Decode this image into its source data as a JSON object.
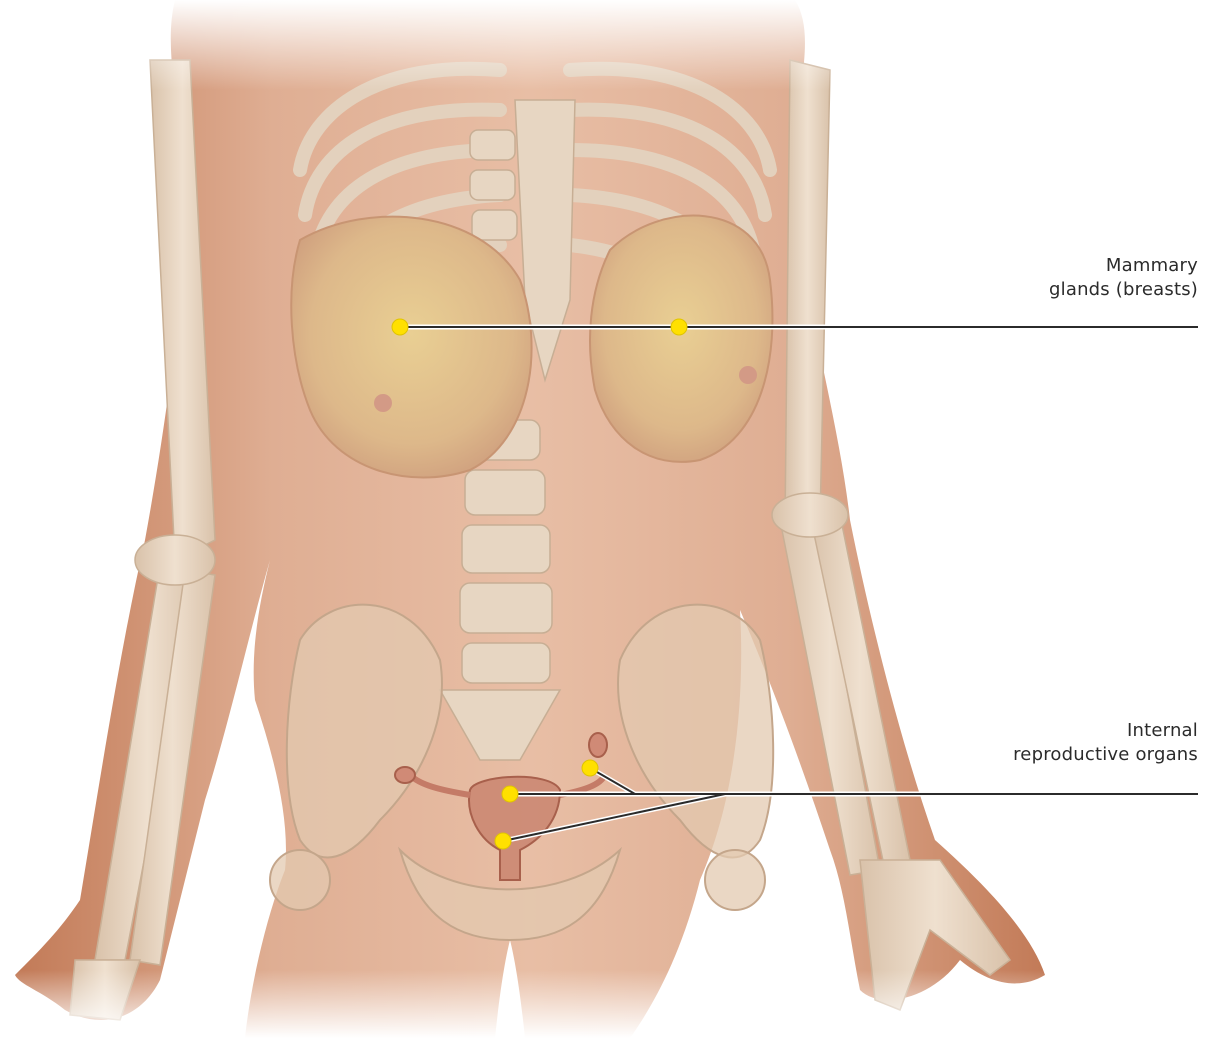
{
  "labels": {
    "mammary": {
      "line1": "Mammary",
      "line2": "glands (breasts)"
    },
    "reproductive": {
      "line1": "Internal",
      "line2": "reproductive organs"
    }
  },
  "colors": {
    "background": "#ffffff",
    "skin": "#dba58a",
    "skin_shadow": "#b87456",
    "bone": "#e6d4c0",
    "bone_shadow": "#cdb79f",
    "gland": "#e2c79a",
    "organ": "#c98570",
    "marker": "#ffe000",
    "leader_line": "#2b2b2b"
  },
  "markers": {
    "mammary": [
      "left-breast-marker",
      "right-breast-marker"
    ],
    "reproductive": [
      "ovary-marker",
      "uterus-marker",
      "cervix-marker"
    ]
  }
}
